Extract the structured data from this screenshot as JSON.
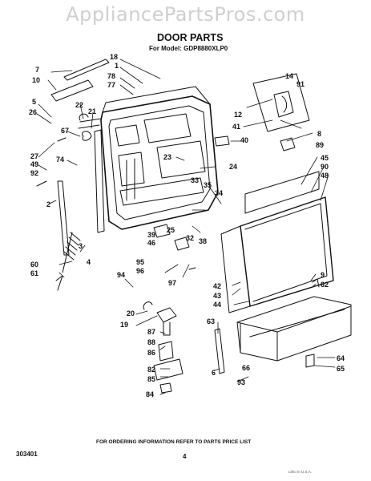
{
  "watermark": "AppliancePartsPros.com",
  "title": "DOOR PARTS",
  "model": "For Model: GDP8880XLP0",
  "footer_note": "FOR ORDERING INFORMATION REFER TO PARTS PRICE LIST",
  "code": "303401",
  "page_number": "4",
  "copyright": "Litho In U.S.A.",
  "callouts": [
    {
      "id": "7",
      "name": "callout-7"
    },
    {
      "id": "10",
      "name": "callout-10"
    },
    {
      "id": "18",
      "name": "callout-18"
    },
    {
      "id": "1",
      "name": "callout-1"
    },
    {
      "id": "78",
      "name": "callout-78"
    },
    {
      "id": "77",
      "name": "callout-77"
    },
    {
      "id": "5",
      "name": "callout-5"
    },
    {
      "id": "26",
      "name": "callout-26"
    },
    {
      "id": "22",
      "name": "callout-22"
    },
    {
      "id": "21",
      "name": "callout-21"
    },
    {
      "id": "67",
      "name": "callout-67"
    },
    {
      "id": "27",
      "name": "callout-27"
    },
    {
      "id": "49",
      "name": "callout-49"
    },
    {
      "id": "92",
      "name": "callout-92"
    },
    {
      "id": "74",
      "name": "callout-74"
    },
    {
      "id": "2",
      "name": "callout-2"
    },
    {
      "id": "3",
      "name": "callout-3"
    },
    {
      "id": "4",
      "name": "callout-4"
    },
    {
      "id": "60",
      "name": "callout-60"
    },
    {
      "id": "61",
      "name": "callout-61"
    },
    {
      "id": "23",
      "name": "callout-23"
    },
    {
      "id": "24",
      "name": "callout-24"
    },
    {
      "id": "14",
      "name": "callout-14"
    },
    {
      "id": "91",
      "name": "callout-91"
    },
    {
      "id": "12",
      "name": "callout-12"
    },
    {
      "id": "41",
      "name": "callout-41"
    },
    {
      "id": "40",
      "name": "callout-40"
    },
    {
      "id": "8",
      "name": "callout-8"
    },
    {
      "id": "89",
      "name": "callout-89"
    },
    {
      "id": "45",
      "name": "callout-45"
    },
    {
      "id": "90",
      "name": "callout-90"
    },
    {
      "id": "48",
      "name": "callout-48"
    },
    {
      "id": "33",
      "name": "callout-33"
    },
    {
      "id": "35",
      "name": "callout-35"
    },
    {
      "id": "34",
      "name": "callout-34"
    },
    {
      "id": "39",
      "name": "callout-39"
    },
    {
      "id": "46",
      "name": "callout-46"
    },
    {
      "id": "25",
      "name": "callout-25"
    },
    {
      "id": "32",
      "name": "callout-32"
    },
    {
      "id": "38",
      "name": "callout-38"
    },
    {
      "id": "95",
      "name": "callout-95"
    },
    {
      "id": "96",
      "name": "callout-96"
    },
    {
      "id": "94",
      "name": "callout-94"
    },
    {
      "id": "97",
      "name": "callout-97"
    },
    {
      "id": "42",
      "name": "callout-42"
    },
    {
      "id": "43",
      "name": "callout-43"
    },
    {
      "id": "44",
      "name": "callout-44"
    },
    {
      "id": "9",
      "name": "callout-9"
    },
    {
      "id": "62",
      "name": "callout-62"
    },
    {
      "id": "20",
      "name": "callout-20"
    },
    {
      "id": "19",
      "name": "callout-19"
    },
    {
      "id": "87",
      "name": "callout-87"
    },
    {
      "id": "88",
      "name": "callout-88"
    },
    {
      "id": "86",
      "name": "callout-86"
    },
    {
      "id": "82",
      "name": "callout-82"
    },
    {
      "id": "85",
      "name": "callout-85"
    },
    {
      "id": "84",
      "name": "callout-84"
    },
    {
      "id": "63",
      "name": "callout-63"
    },
    {
      "id": "6",
      "name": "callout-6"
    },
    {
      "id": "66",
      "name": "callout-66"
    },
    {
      "id": "93",
      "name": "callout-93"
    },
    {
      "id": "64",
      "name": "callout-64"
    },
    {
      "id": "65",
      "name": "callout-65"
    }
  ]
}
